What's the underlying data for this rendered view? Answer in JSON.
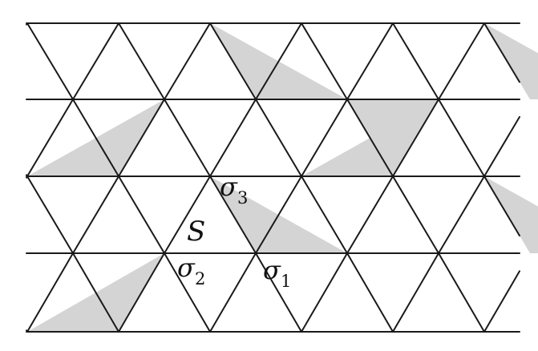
{
  "diagram": {
    "kind": "triangular-lattice",
    "stroke_color": "#1a1a1a",
    "fill_color": "#d4d4d4",
    "background": "#ffffff",
    "shaded_up": [
      [
        0,
        2
      ],
      [
        1,
        4
      ],
      [
        2,
        2
      ],
      [
        0,
        5
      ],
      [
        1,
        1
      ],
      [
        2,
        5
      ],
      [
        3,
        1
      ]
    ],
    "shaded_down": [
      [
        0,
        6
      ],
      [
        1,
        3
      ],
      [
        2,
        6
      ]
    ],
    "labels": {
      "region": "S",
      "sigma_symbol": "σ",
      "sigma1_sub": "1",
      "sigma2_sub": "2",
      "sigma3_sub": "3"
    }
  }
}
